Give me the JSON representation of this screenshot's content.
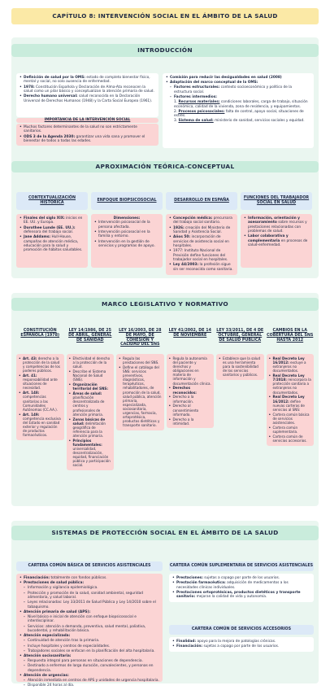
{
  "title": "Capítulo 8: Intervención social en el ámbito de la salud",
  "intro": {
    "heading": "Introducción",
    "left_items": [
      {
        "bold": "Definición de salud por la OMS:",
        "text": " estado de completo bienestar físico, mental y social, no solo ausencia de enfermedad."
      },
      {
        "bold": "1978:",
        "text": " Constitución Española y Declaración de Alma-Ata reconocen la salud como un pilar básico y conceptualizan la atención primaria de salud."
      },
      {
        "bold": "Derecho humano universal:",
        "text": " salud reconocida en la Declaración Universal de Derechos Humanos (1948) y la Carta Social Europea (1961)."
      }
    ],
    "importance_title": "Importancia de la intervención social",
    "importance_items": [
      {
        "bold": "",
        "text": "Muchos factores determinantes de la salud no son estrictamente sanitarios."
      },
      {
        "bold": "ODS 3 de la Agenda 2030:",
        "text": " garantizar una vida sana y promover el bienestar de todos a todas las edades."
      }
    ],
    "right_items": [
      {
        "bold": "Comisión para reducir las desigualdades en salud (2008)",
        "text": ""
      },
      {
        "bold": "Adaptación del marco conceptual de la OMS:",
        "text": ""
      }
    ],
    "right_sub": [
      {
        "bold": "Factores estructurales:",
        "text": " contexto socioeconómico y político de la estructura social."
      },
      {
        "bold": "Factores intermedios:",
        "text": ""
      }
    ],
    "right_num": [
      {
        "n": "1.",
        "bold": "Recursos materiales:",
        "text": " condiciones laborales, carga de trabajo, situación económica, calidad de la vivienda, zona de residencia, y equipamientos."
      },
      {
        "n": "2.",
        "bold": "Procesos psicosociales:",
        "text": " falta de control, apoyo social, situaciones de estrés."
      },
      {
        "n": "3.",
        "bold": "Sistema de salud:",
        "text": " ministerio de sanidad, servicios sociales y equidad."
      }
    ]
  },
  "approach": {
    "heading": "Aproximación teórica-conceptual",
    "columns": [
      {
        "title": "Contextualización histórica",
        "items": [
          {
            "bold": "Finales del siglo XIX:",
            "text": " inicios en EE. UU. y Europa."
          },
          {
            "bold": "Dorothee Lunde (EE. UU.):",
            "text": " defensora del trabajo social."
          },
          {
            "bold": "Jane Addams:",
            "text": " Hull-House, campañas de atención médica, educación para la salud y promoción de hábitos saludables."
          }
        ]
      },
      {
        "title": "Enfoque biopsicosocial",
        "lead": "Dimensiones:",
        "items": [
          {
            "bold": "",
            "text": "Intervención psicosocial de la persona afectada."
          },
          {
            "bold": "",
            "text": "Intervención psicosocial en la familia y entorno."
          },
          {
            "bold": "",
            "text": "Intervención en la gestión de servicios y programas de apoyo."
          }
        ]
      },
      {
        "title": "Desarrollo en España",
        "items": [
          {
            "bold": "Concepción médica:",
            "text": " precursora del trabajo social sanitario."
          },
          {
            "bold": "1926:",
            "text": " creación del Ministerio de Sanidad y Asistencia Social."
          },
          {
            "bold": "Años 50:",
            "text": " incorporación de servicios de asistencia social en hospitales."
          },
          {
            "bold": "",
            "text": "1977: Instituto Nacional de Previsión define funciones del trabajador social en hospitales."
          },
          {
            "bold": "Ley 44/2003:",
            "text": " la profesión sigue sin ser reconocida como sanitaria."
          }
        ]
      },
      {
        "title": "Funciones del trabajador social en salud",
        "items": [
          {
            "bold": "Información, orientación y asesoramiento",
            "text": " sobre recursos y prestaciones relacionadas con problemas de salud."
          },
          {
            "bold": "Labor colaborativa y complementaria",
            "text": " en procesos de salud-enfermedad."
          }
        ]
      }
    ]
  },
  "legal": {
    "heading": "Marco legislativo y normativo",
    "columns": [
      {
        "title": "Constitución Española (1978)",
        "items": [
          {
            "bold": "Art. 43:",
            "text": " derecho a la protección de la salud y competencias de los poderes públicos."
          },
          {
            "bold": "Art. 41:",
            "text": " responsabilidad ante situaciones de necesidad."
          },
          {
            "bold": "Art. 148:",
            "text": " competencias sanitarias a las Comunidades Autónomas (CC.AA.)."
          },
          {
            "bold": "Art. 149:",
            "text": " competencia exclusiva del Estado en sanidad exterior y regulación de productos farmacéuticos."
          }
        ]
      },
      {
        "title": "Ley 14/1986, de 25 de abril, General de Sanidad",
        "items": [
          {
            "bold": "",
            "text": "Efectividad el derecho a la protección de la salud."
          },
          {
            "bold": "",
            "text": "Describe el Sistema Nacional de Salud (SNS)."
          },
          {
            "bold": "Organización territorial del SNS:",
            "text": ""
          },
          {
            "bold": "Áreas de salud:",
            "text": " planificación descentralizada de centros y profesionales de atención primaria."
          },
          {
            "bold": "Zonas básicas de salud:",
            "text": " delimitación geográfica de referencia para la atención primaria."
          },
          {
            "bold": "Principios fundamentales:",
            "text": " universalidad, descentralización, equidad, financiación pública y participación social."
          }
        ]
      },
      {
        "title": "Ley 16/2003, de 28 de mayo, de cohesión y calidad del SNS",
        "items": [
          {
            "bold": "",
            "text": "Regula las prestaciones del SNS."
          },
          {
            "bold": "",
            "text": "Define el catálogo del SNS: servicios preventivos, diagnósticos, terapéuticos, rehabilitadores, de promoción de la salud, salud pública, atención primaria, especializada, sociosanitaria, urgencias, farmacia, ortoprotésica, productos dietéticos y transporte sanitario."
          }
        ]
      },
      {
        "title": "Ley 41/2002, de 14 de noviembre",
        "items": [
          {
            "bold": "",
            "text": "Regula la autonomía del paciente y derechos y obligaciones en materia de información y documentación clínica."
          },
          {
            "bold": "Derechos reconocidos:",
            "text": ""
          },
          {
            "bold": "",
            "text": "Derecho a la información."
          },
          {
            "bold": "",
            "text": "Derecho al consentimiento informado."
          },
          {
            "bold": "",
            "text": "Derecho a la intimidad."
          }
        ]
      },
      {
        "title": "Ley 33/2011, de 4 de octubre, General de Salud Pública",
        "items": [
          {
            "bold": "",
            "text": "Establece que la salud es una herramienta para la sostenibilidad de los servicios sanitarios y públicos."
          }
        ]
      },
      {
        "title": "Cambios en la cobertura del SNS hasta 2012",
        "items": [
          {
            "bold": "Real Decreto Ley 16/2012:",
            "text": " excluye a extranjeros no documentados."
          },
          {
            "bold": "Real Decreto Ley 7/2018:",
            "text": " reincorpora la protección sanitaria a extranjeros no documentados."
          },
          {
            "bold": "Real Decreto Ley 16/2012:",
            "text": " define nuevas carteras de servicios al SNS:"
          },
          {
            "bold": "",
            "text": "Cartera común básica de servicios asistenciales."
          },
          {
            "bold": "",
            "text": "Cartera común suplementaria."
          },
          {
            "bold": "",
            "text": "Cartera común de servicios accesorios."
          }
        ]
      }
    ]
  },
  "systems": {
    "heading": "Sistemas de protección social en el ámbito de la salud",
    "basic": {
      "title": "Cartera común básica de servicios asistenciales",
      "items": [
        {
          "bold": "Financiación:",
          "text": " totalmente con fondos públicos.",
          "sub": false
        },
        {
          "bold": "Prestaciones de salud pública:",
          "text": "",
          "sub": false
        },
        {
          "bold": "",
          "text": "Información y vigilancia epidemiológica.",
          "sub": true
        },
        {
          "bold": "",
          "text": "Protección y promoción de la salud, sanidad ambiental, seguridad alimentaria, y salud laboral.",
          "sub": true
        },
        {
          "bold": "",
          "text": "Leyes relacionadas: Ley 33/2011 de Salud Pública y Ley 14/2010 sobre el tabaquismo.",
          "sub": true
        },
        {
          "bold": "Atención primaria de salud (APS):",
          "text": "",
          "sub": false
        },
        {
          "bold": "",
          "text": "Nivel básico e inicial de atención con enfoque biopsicosocial e interdisciplinar.",
          "sub": true
        },
        {
          "bold": "",
          "text": "Servicios: atención a demanda, preventiva, salud mental, paliativa, bucodental, y rehabilitación básica.",
          "sub": true
        },
        {
          "bold": "Atención especializada:",
          "text": "",
          "sub": false
        },
        {
          "bold": "",
          "text": "Continuidad de atención tras la primaria.",
          "sub": true
        },
        {
          "bold": "",
          "text": "Incluye hospitales y centros de especialidades.",
          "sub": true
        },
        {
          "bold": "",
          "text": "Trabajadores sociales se enfocan en la planificación del alta hospitalaria.",
          "sub": true
        },
        {
          "bold": "Atención sociosanitaria:",
          "text": "",
          "sub": false
        },
        {
          "bold": "",
          "text": "Respuesta integral para personas en situaciones de dependencia.",
          "sub": true
        },
        {
          "bold": "",
          "text": "Destinado a enfermos de larga duración, convalecientes, y personas en dependencia.",
          "sub": true
        },
        {
          "bold": "Atención de urgencias:",
          "text": "",
          "sub": false
        },
        {
          "bold": "",
          "text": "Atención inmediata en centros de APS y unidades de urgencia hospitalaria.",
          "sub": true
        },
        {
          "bold": "",
          "text": "Disponible 24 horas al día.",
          "sub": true
        }
      ]
    },
    "supplementary": {
      "title": "Cartera común suplementaria de servicios asistenciales",
      "items": [
        {
          "bold": "Prestaciones:",
          "text": " sujetas a copago por parte de los usuarios."
        },
        {
          "bold": "Prestación farmacéutica:",
          "text": " adquisición de medicamentos a los necesidades clínicas individuales."
        },
        {
          "bold": "Prestaciones ortoprotésicas, productos dietéticos y transporte sanitario:",
          "text": " mejoran la calidad de vida y autonomía."
        }
      ]
    },
    "accessory": {
      "title": "Cartera común de servicios accesorios",
      "items": [
        {
          "bold": "Finalidad:",
          "text": " apoyo para la mejora de patologías crónicas."
        },
        {
          "bold": "Financiación:",
          "text": " sujetas a copago por parte de los usuarios."
        }
      ]
    }
  }
}
